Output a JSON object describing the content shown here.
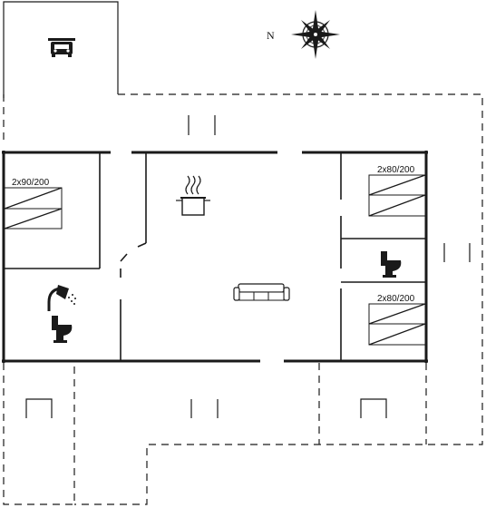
{
  "compass": {
    "label": "N"
  },
  "rooms": {
    "bedroom_west": {
      "bed_label": "2x90/200"
    },
    "bedroom_ne": {
      "bed_label": "2x80/200"
    },
    "bedroom_se": {
      "bed_label": "2x80/200"
    }
  },
  "icons": {
    "parking": "car-icon",
    "kitchen": "cooking-pot-icon",
    "living": "sofa-icon",
    "bathroom_shower": "shower-icon",
    "bathroom_toilet": "toilet-icon",
    "toilet_east": "toilet-icon",
    "compass": "compass-rose-icon"
  },
  "colors": {
    "line": "#1a1a1a",
    "background": "#ffffff"
  }
}
